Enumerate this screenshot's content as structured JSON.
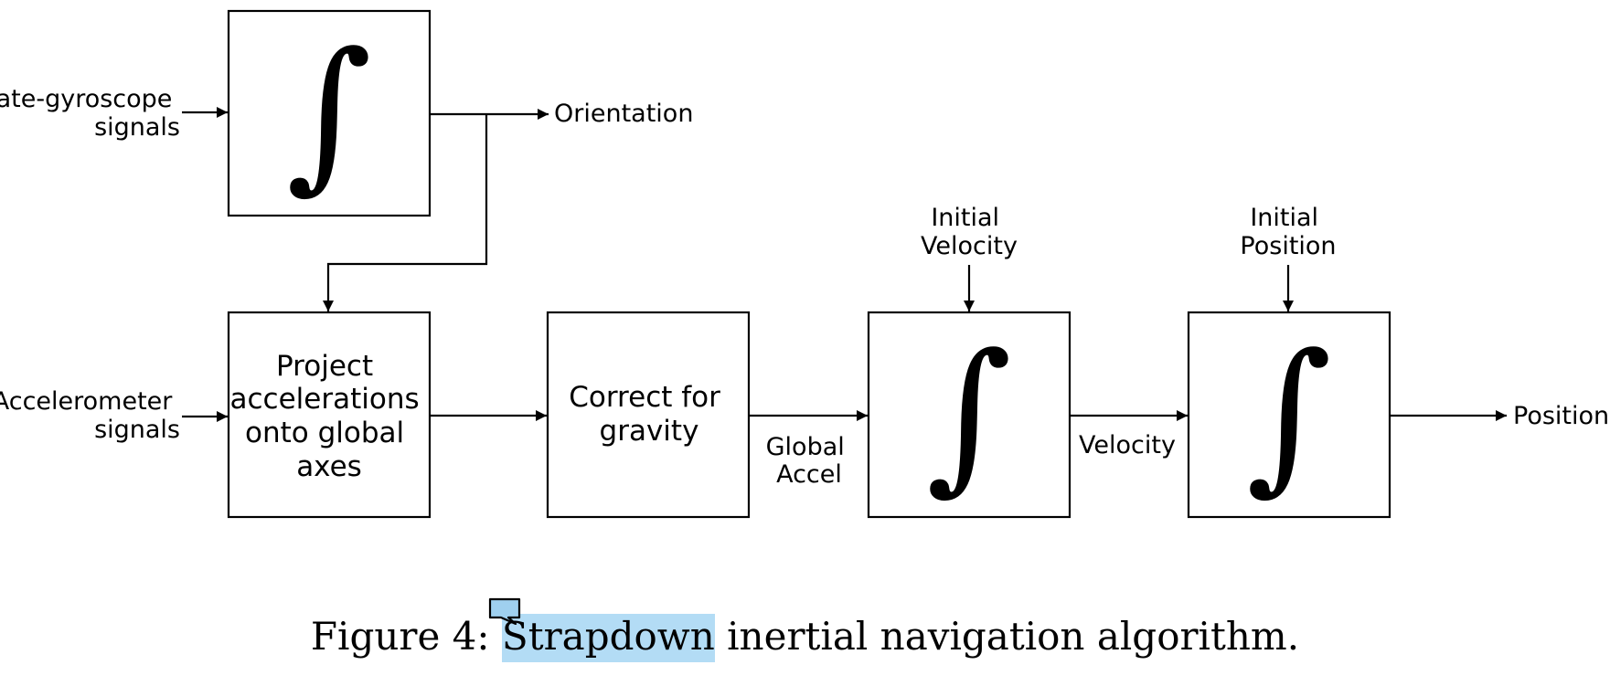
{
  "diagram": {
    "inputs": {
      "gyro": [
        "Rate-gyroscope",
        "signals"
      ],
      "accel": [
        "Accelerometer",
        "signals"
      ]
    },
    "boxes": {
      "integrator_symbol": "∫",
      "project": [
        "Project",
        "accelerations",
        "onto global",
        "axes"
      ],
      "gravity": [
        "Correct for",
        "gravity"
      ]
    },
    "outputs": {
      "orientation": "Orientation",
      "position": "Position"
    },
    "edge_labels": {
      "global_accel": [
        "Global",
        "Accel"
      ],
      "velocity": "Velocity"
    },
    "initial_conditions": {
      "velocity": [
        "Initial",
        "Velocity"
      ],
      "position": [
        "Initial",
        "Position"
      ]
    }
  },
  "caption": {
    "prefix": "Figure 4:",
    "highlighted": "Strapdown",
    "rest": "inertial navigation algorithm."
  },
  "colors": {
    "highlight": "#b3dcf5",
    "comment_icon": "#9fd0ef"
  },
  "icons": {
    "comment": "comment-icon"
  }
}
